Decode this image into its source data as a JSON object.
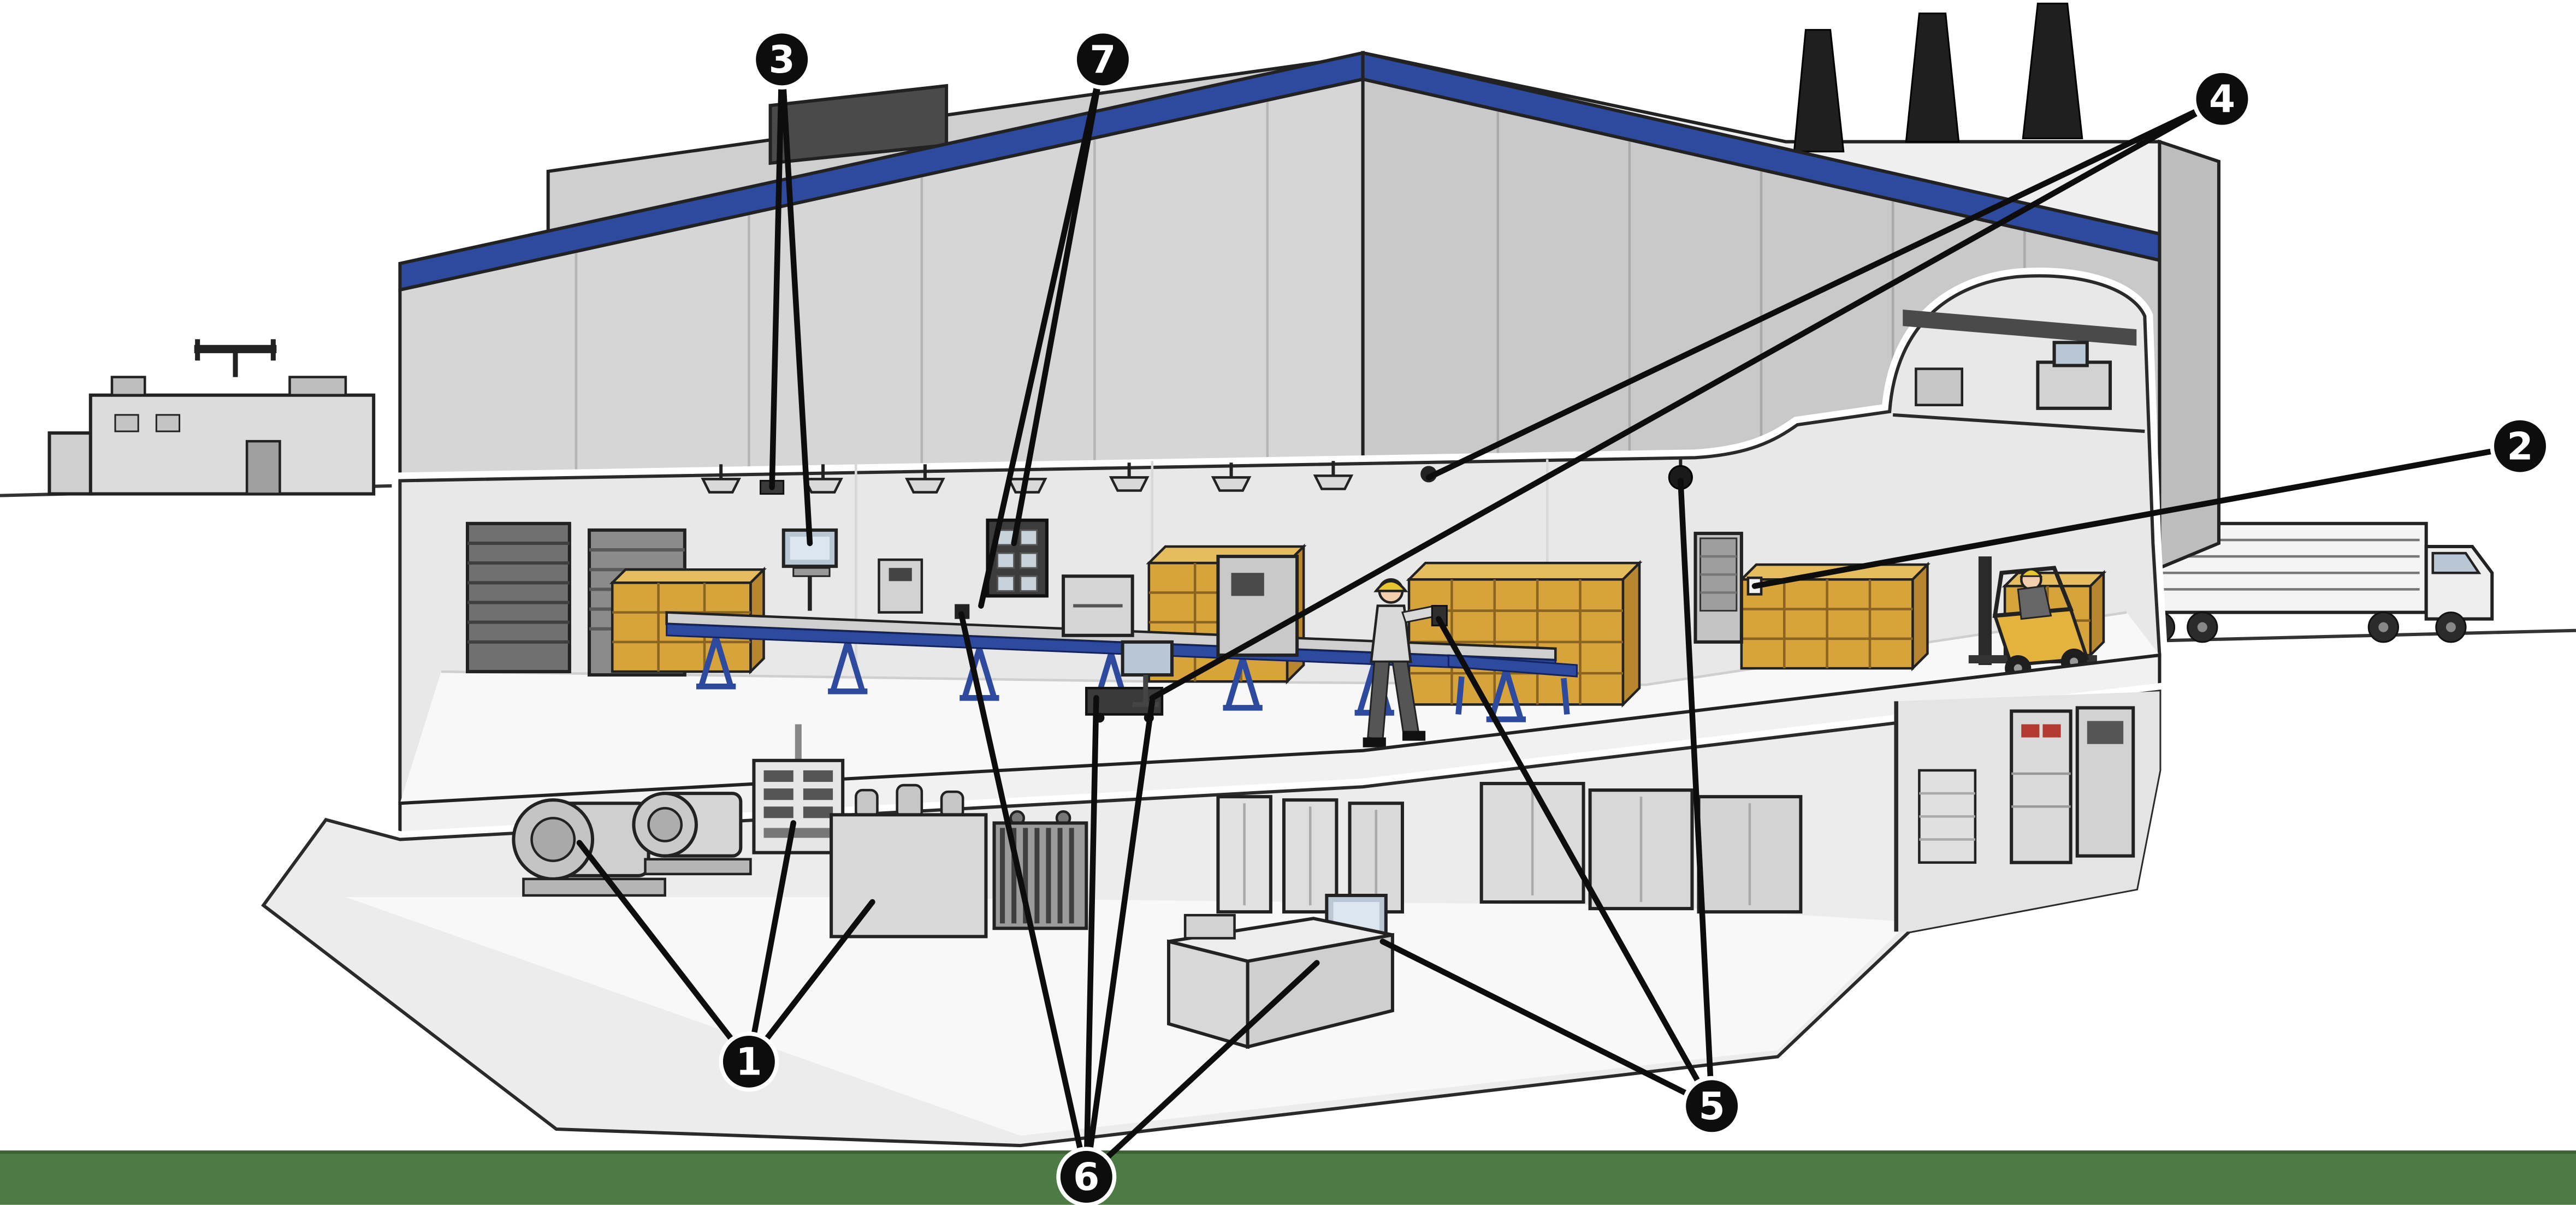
{
  "diagram": {
    "callouts": [
      {
        "label": "1"
      },
      {
        "label": "2"
      },
      {
        "label": "3"
      },
      {
        "label": "4"
      },
      {
        "label": "5"
      },
      {
        "label": "6"
      },
      {
        "label": "7"
      }
    ]
  },
  "colors": {
    "accent_blue": "#2e4a9e",
    "box_yellow": "#d7a43c",
    "box_yellow_top": "#e6bd5e",
    "box_yellow_side": "#b8862e",
    "ground_green": "#4d7a45",
    "callout_black": "#0d0d0d",
    "building_gray": "#d6d6d6",
    "outline_dark": "#222222",
    "forklift_yellow": "#e3b33d",
    "screen_blue": "#b9c7d4"
  }
}
